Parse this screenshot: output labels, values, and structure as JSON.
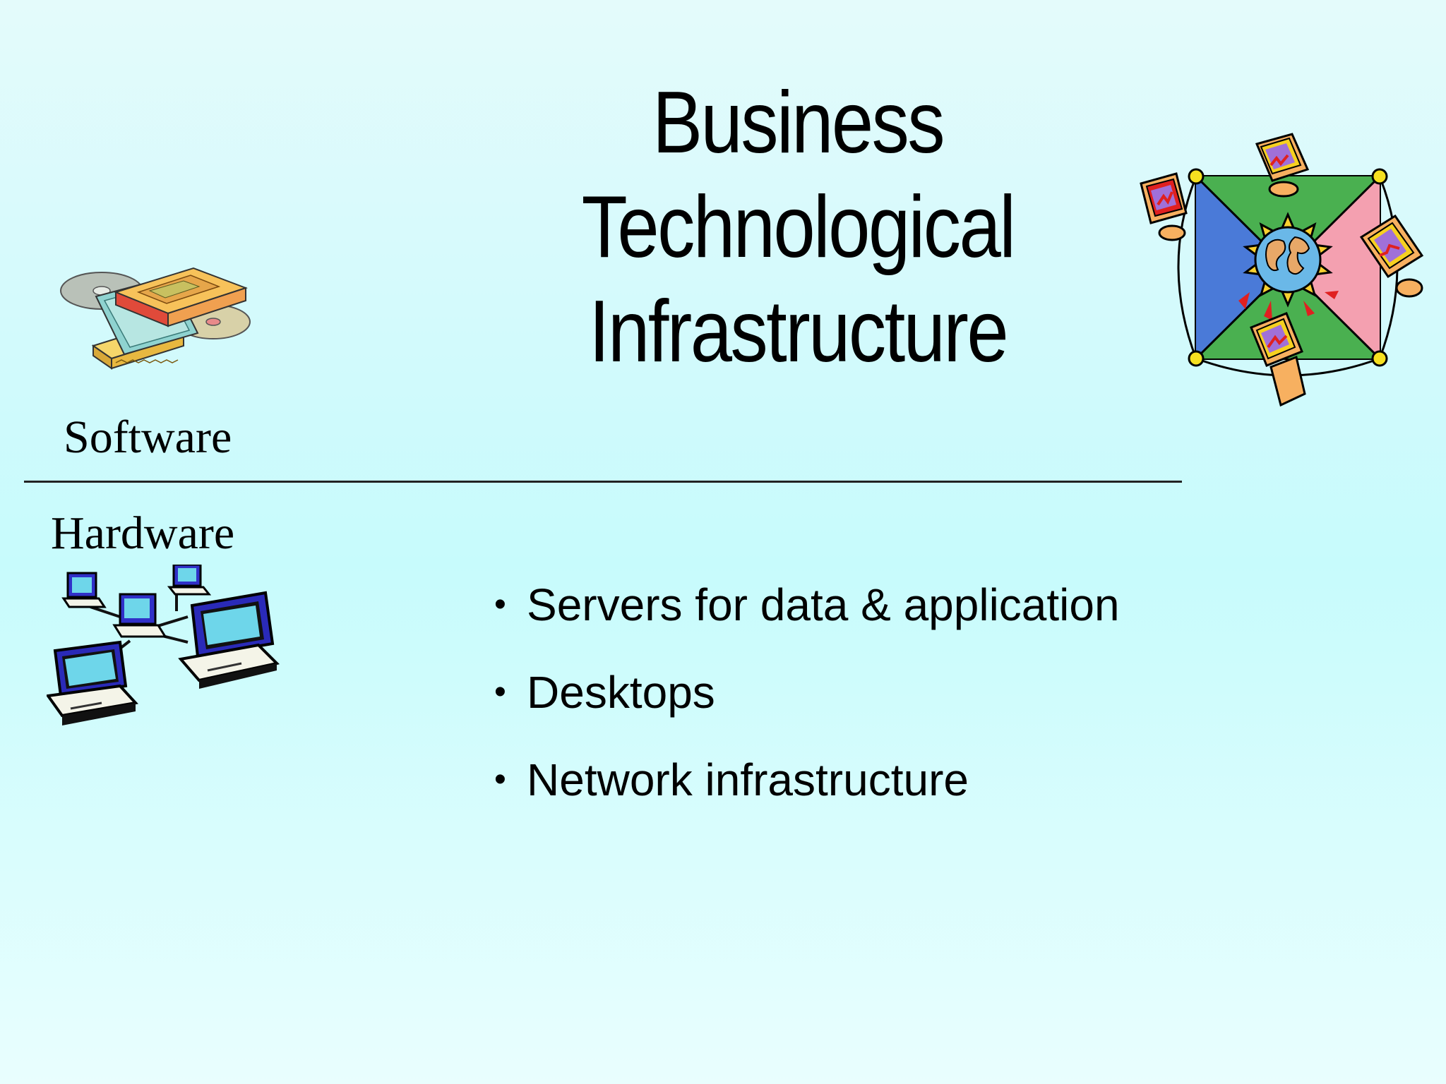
{
  "slide": {
    "title_line1": "Business Technological",
    "title_line2": "Infrastructure",
    "software_label": "Software",
    "hardware_label": "Hardware",
    "bullets": [
      "Servers for data & application",
      "Desktops",
      "Network infrastructure"
    ],
    "bullet_glyph": "•"
  },
  "icons": {
    "software": "software-boxes-discs-icon",
    "hardware": "networked-computers-icon",
    "globe_network": "globe-network-computers-icon"
  },
  "colors": {
    "background_top": "#e4fbfb",
    "background_mid": "#c7fbfc",
    "text": "#000000"
  }
}
